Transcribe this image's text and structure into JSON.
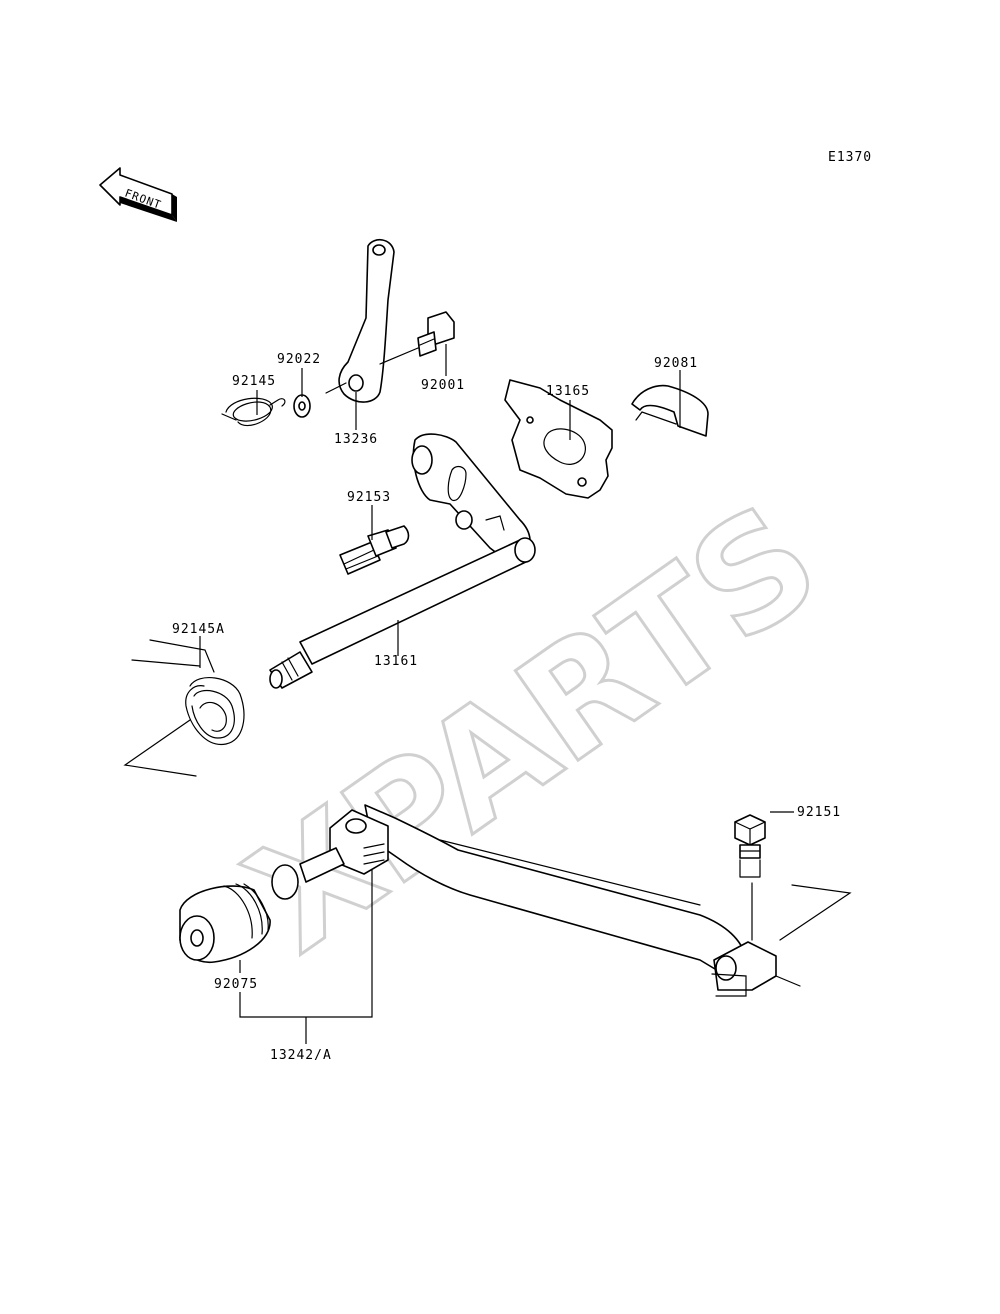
{
  "diagram": {
    "code": "E1370",
    "front_label": "FRONT",
    "watermark": "XPARTS",
    "parts": [
      {
        "id": "92145",
        "label": "92145"
      },
      {
        "id": "92022",
        "label": "92022"
      },
      {
        "id": "13236",
        "label": "13236"
      },
      {
        "id": "92001",
        "label": "92001"
      },
      {
        "id": "92081",
        "label": "92081"
      },
      {
        "id": "13165",
        "label": "13165"
      },
      {
        "id": "92153",
        "label": "92153"
      },
      {
        "id": "92145A",
        "label": "92145A"
      },
      {
        "id": "13161",
        "label": "13161"
      },
      {
        "id": "92151",
        "label": "92151"
      },
      {
        "id": "92075",
        "label": "92075"
      },
      {
        "id": "13242A",
        "label": "13242/A"
      }
    ]
  }
}
